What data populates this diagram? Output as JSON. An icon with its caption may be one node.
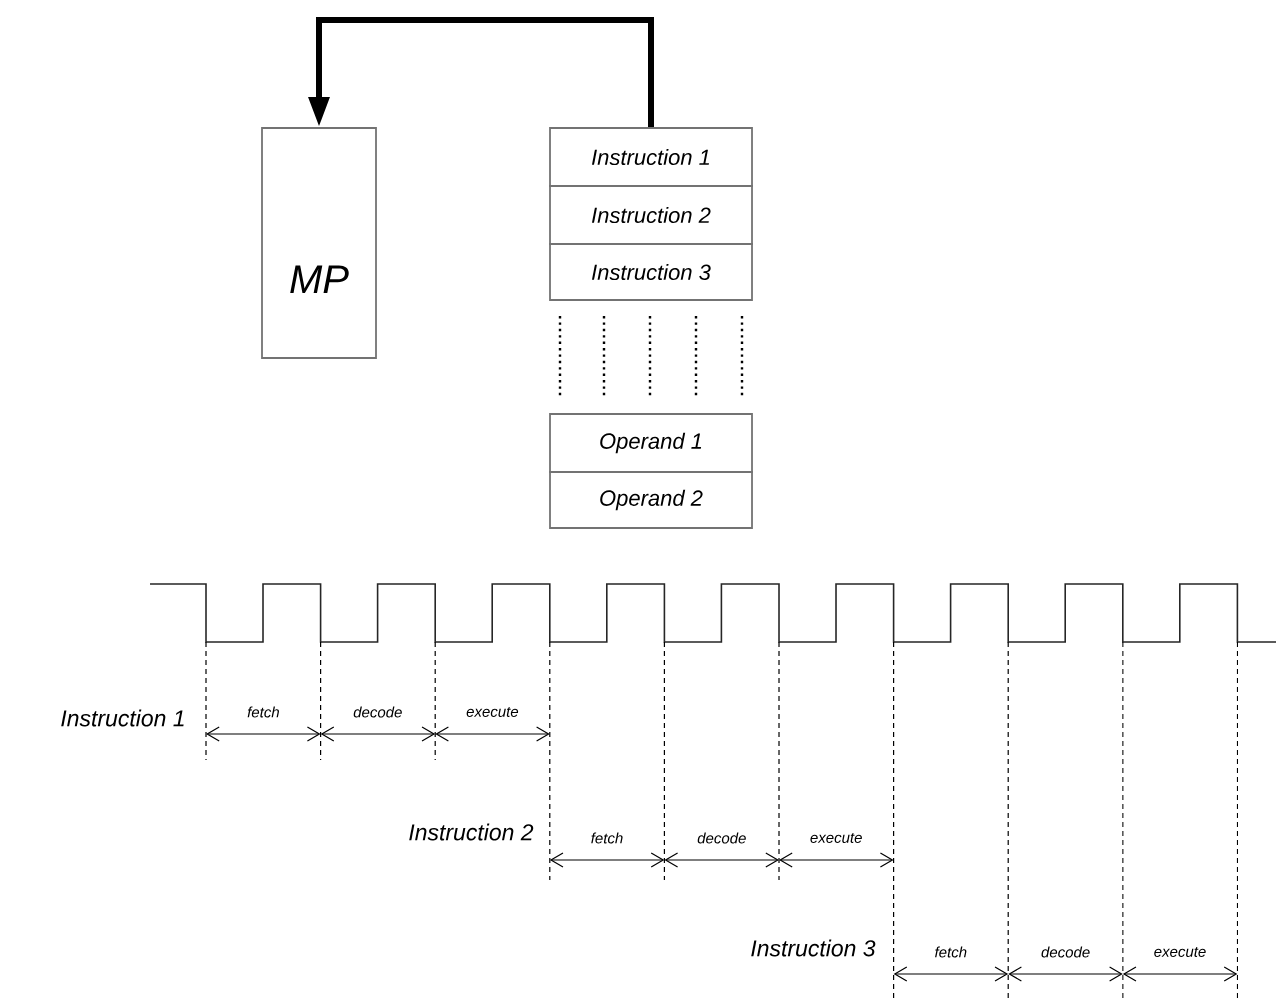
{
  "diagram": {
    "nodes": [
      {
        "text": [
          "MP"
        ]
      },
      {
        "text": [
          "Instruction 1"
        ]
      },
      {
        "text": [
          "Instruction 2"
        ]
      },
      {
        "text": [
          "Instruction 3"
        ]
      },
      {
        "text": [
          "Operand 1"
        ]
      },
      {
        "text": [
          "Operand 2"
        ]
      }
    ],
    "edges": [
      {
        "from": 1,
        "to": 0,
        "arrow": "to"
      }
    ],
    "labels": [
      "Instruction 1",
      "fetch",
      "decode",
      "execute",
      "Instruction 2",
      "fetch",
      "decode",
      "execute",
      "Instruction 3",
      "fetch",
      "decode",
      "execute"
    ]
  }
}
